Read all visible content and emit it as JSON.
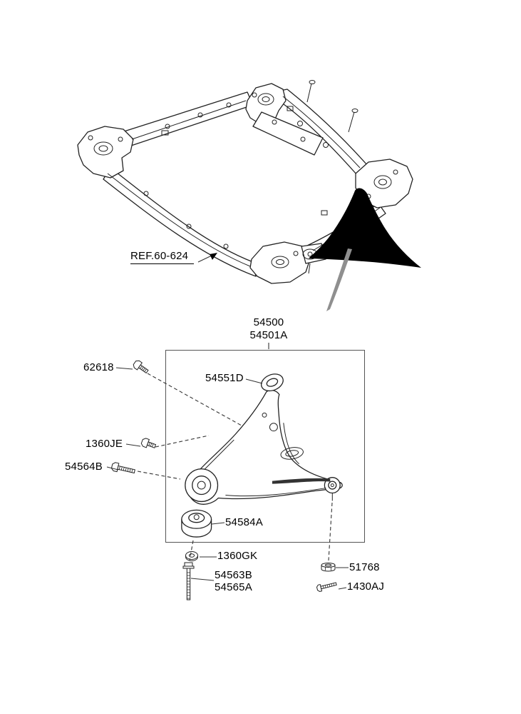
{
  "diagram": {
    "ref_callout": "REF.60-624",
    "assembly": {
      "code_top": "54500",
      "code_bottom": "54501A"
    },
    "callouts": {
      "c62618": "62618",
      "c54551D": "54551D",
      "c1360JE": "1360JE",
      "c54564B": "54564B",
      "c54584A": "54584A",
      "c1360GK": "1360GK",
      "c54563B": "54563B",
      "c54565A": "54565A",
      "c51768": "51768",
      "c1430AJ": "1430AJ"
    },
    "icons": {
      "c62618": "bolt-icon",
      "c1360JE": "bolt-icon",
      "c54564B": "bolt-icon",
      "c1360GK": "washer-icon",
      "c54563B_c54565A": "bolt-icon",
      "c51768": "nut-icon",
      "c1430AJ": "pin-bolt-icon"
    },
    "colors": {
      "background": "#ffffff",
      "line": "#222222",
      "pointer_arrow": "#000000",
      "pointer_tail": "#8f8f8f",
      "box_border": "#555555"
    }
  }
}
